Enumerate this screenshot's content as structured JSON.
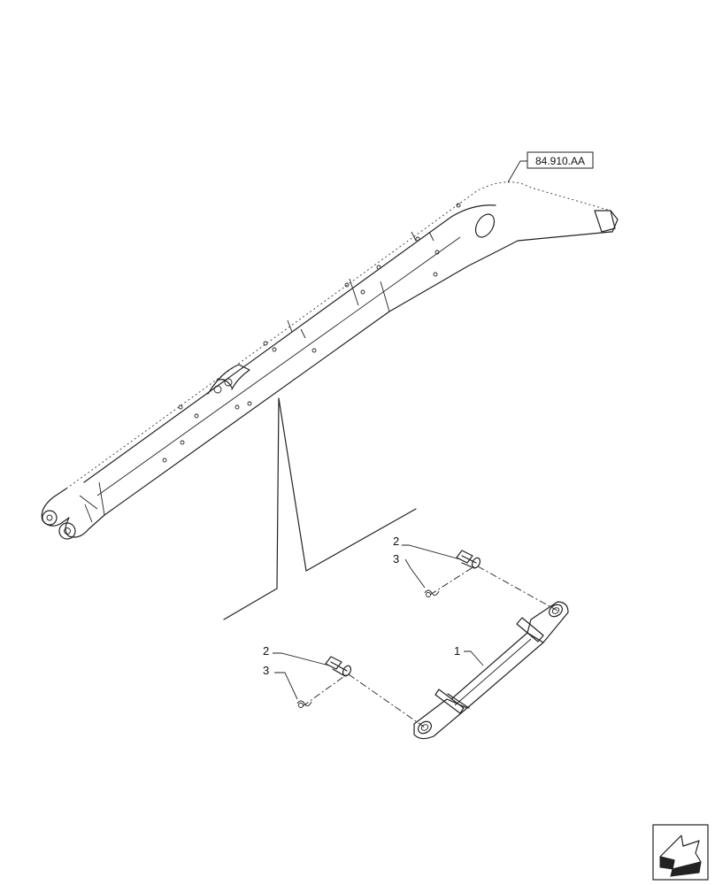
{
  "reference_label": "84.910.AA",
  "callouts": {
    "upper_pin": "2",
    "upper_clip": "3",
    "lower_pin": "2",
    "lower_clip": "3",
    "link": "1"
  },
  "icons": {
    "corner": "view-direction-arrow-icon"
  }
}
